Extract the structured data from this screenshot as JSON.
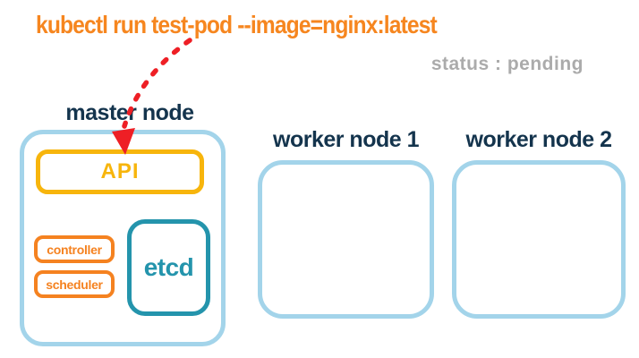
{
  "command": {
    "text": "kubectl run test-pod --image=nginx:latest"
  },
  "status": {
    "text": "status : pending"
  },
  "master_node": {
    "title": "master node",
    "api_label": "API",
    "controller_label": "controller",
    "scheduler_label": "scheduler",
    "etcd_label": "etcd"
  },
  "worker_nodes": [
    {
      "title": "worker node 1"
    },
    {
      "title": "worker node 2"
    }
  ],
  "colors": {
    "command_orange": "#F6861F",
    "component_orange": "#F58220",
    "api_gold": "#F7B50C",
    "etcd_teal": "#2494AC",
    "node_light_blue": "#A3D4EA",
    "title_navy": "#14344D",
    "arrow_red": "#EE1F25",
    "status_gray": "#ABABAB"
  }
}
